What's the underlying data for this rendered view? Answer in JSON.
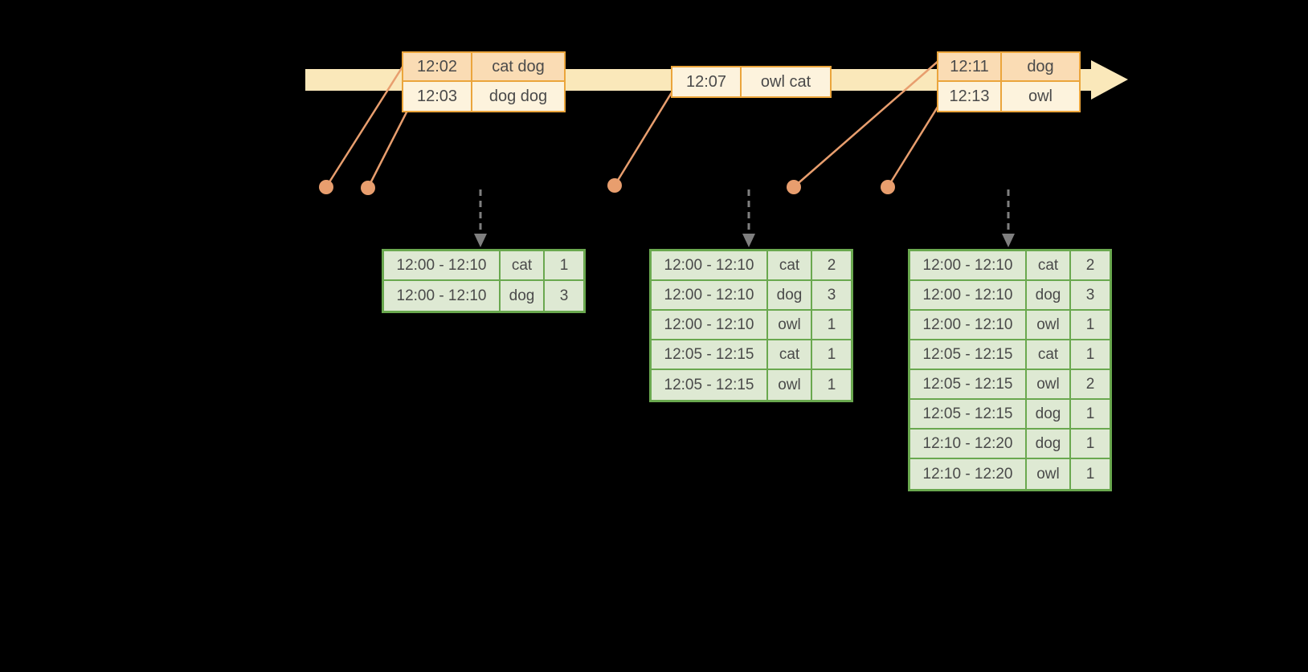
{
  "colors": {
    "timeline_fill": "#fae8ba",
    "event_border": "#eba53c",
    "event_row_dark": "#fadcb4",
    "event_row_light": "#fdf3dd",
    "result_border": "#6aa84f",
    "result_fill": "#dee9d3",
    "connector": "#e89e6e",
    "dashed_arrow": "#7f7f7f",
    "text": "#4a4a4a"
  },
  "event_tables": [
    {
      "rows": [
        [
          "12:02",
          "cat dog"
        ],
        [
          "12:03",
          "dog dog"
        ]
      ]
    },
    {
      "rows": [
        [
          "12:07",
          "owl cat"
        ]
      ]
    },
    {
      "rows": [
        [
          "12:11",
          "dog"
        ],
        [
          "12:13",
          "owl"
        ]
      ]
    }
  ],
  "result_tables": [
    {
      "rows": [
        [
          "12:00 - 12:10",
          "cat",
          "1"
        ],
        [
          "12:00 - 12:10",
          "dog",
          "3"
        ]
      ]
    },
    {
      "rows": [
        [
          "12:00 - 12:10",
          "cat",
          "2"
        ],
        [
          "12:00 - 12:10",
          "dog",
          "3"
        ],
        [
          "12:00 - 12:10",
          "owl",
          "1"
        ],
        [
          "12:05 - 12:15",
          "cat",
          "1"
        ],
        [
          "12:05 - 12:15",
          "owl",
          "1"
        ]
      ]
    },
    {
      "rows": [
        [
          "12:00 - 12:10",
          "cat",
          "2"
        ],
        [
          "12:00 - 12:10",
          "dog",
          "3"
        ],
        [
          "12:00 - 12:10",
          "owl",
          "1"
        ],
        [
          "12:05 - 12:15",
          "cat",
          "1"
        ],
        [
          "12:05 - 12:15",
          "owl",
          "2"
        ],
        [
          "12:05 - 12:15",
          "dog",
          "1"
        ],
        [
          "12:10 - 12:20",
          "dog",
          "1"
        ],
        [
          "12:10 - 12:20",
          "owl",
          "1"
        ]
      ]
    }
  ]
}
